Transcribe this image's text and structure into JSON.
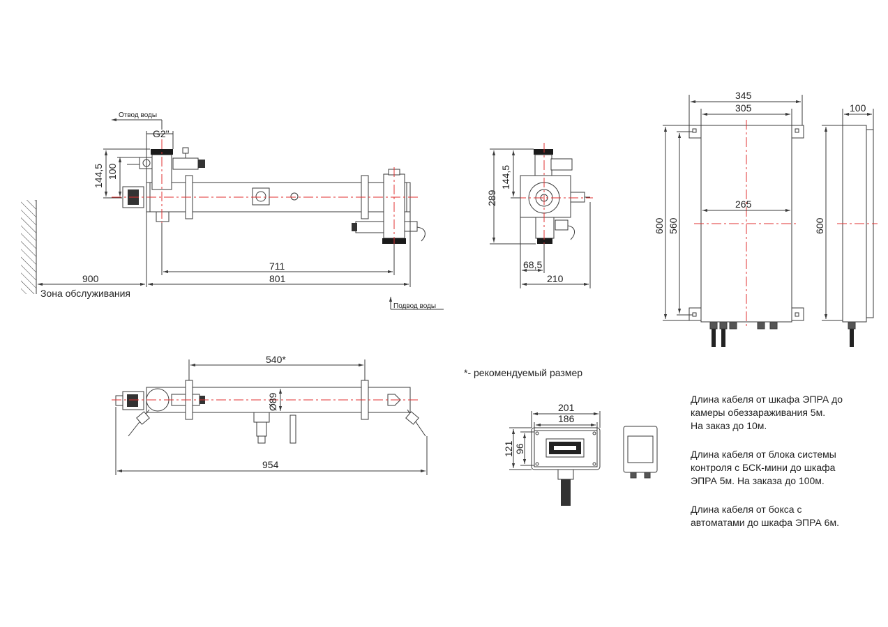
{
  "labels": {
    "drain_outlet": "Отвод воды",
    "supply_inlet": "Подвод воды",
    "thread": "G2\"",
    "service_zone": "Зона обслуживания",
    "recommended": "*- рекомендуемый размер"
  },
  "dimensions": {
    "d1445a": "144,5",
    "d100a": "100",
    "d900": "900",
    "d711": "711",
    "d801": "801",
    "d1445b": "144,5",
    "d289": "289",
    "d685": "68,5",
    "d210": "210",
    "d345": "345",
    "d305": "305",
    "d265": "265",
    "d600a": "600",
    "d560": "560",
    "d100b": "100",
    "d600b": "600",
    "d540": "540*",
    "d89": "Ø89",
    "d954": "954",
    "d201": "201",
    "d186": "186",
    "d121": "121",
    "d96": "96"
  },
  "notes": [
    [
      "Длина кабеля от шкафа ЭПРА до",
      "камеры обеззараживания 5м.",
      "На заказ до 10м."
    ],
    [
      "Длина кабеля от блока системы",
      "контроля с БСК-мини до шкафа",
      "ЭПРА 5м. На заказа до 100м."
    ],
    [
      "Длина кабеля от бокса с",
      "автоматами до шкафа ЭПРА 6м."
    ]
  ],
  "colors": {
    "line": "#3a3a3a",
    "axis": "#e03030",
    "seal": "#1a1a1a"
  }
}
